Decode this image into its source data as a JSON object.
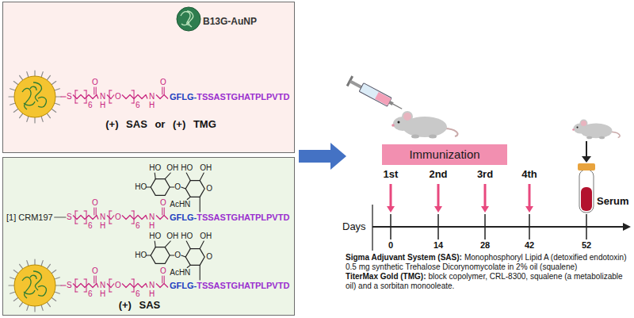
{
  "diagram": {
    "nodes": [
      {
        "text": [
          "B13G-AuNP",
          "(+) SAS or (+) TMG"
        ]
      },
      {
        "text": [
          "(+) SAS"
        ]
      },
      {
        "text": [
          "Immunization"
        ]
      }
    ],
    "labels": [
      "S",
      "6",
      "O",
      "N",
      "H",
      "O",
      "6",
      "N",
      "H",
      "O",
      "GFLG-",
      "TSSASTGHATPLPVTD",
      "[1] CRM197",
      "S",
      "6",
      "O",
      "N",
      "H",
      "O",
      "6",
      "N",
      "H",
      "O",
      "HO",
      "OH",
      "HO",
      "O",
      "HO",
      "OH",
      "O",
      "AcHN",
      "GFLG-",
      "TSSASTGHATPLPVTD",
      "S",
      "6",
      "O",
      "N",
      "H",
      "O",
      "6",
      "N",
      "H",
      "O",
      "HO",
      "OH",
      "HO",
      "O",
      "HO",
      "OH",
      "O",
      "AcHN",
      "GFLG-",
      "TSSASTGHATPLPVTD",
      "1st",
      "2nd",
      "3rd",
      "4th",
      "Serum",
      "Days",
      "0",
      "14",
      "28",
      "42",
      "52",
      "Sigma Adjuvant System (SAS):",
      "Monophosphoryl Lipid A (detoxified endotoxin) 0.5 mg synthetic Trehalose Dicorynomycolate in 2% oil (squalene)",
      "TiterMax Gold (TMG):",
      "block copolymer, CRL-8300, squalene (a metabolizable oil) and a sorbitan monooleate."
    ]
  }
}
